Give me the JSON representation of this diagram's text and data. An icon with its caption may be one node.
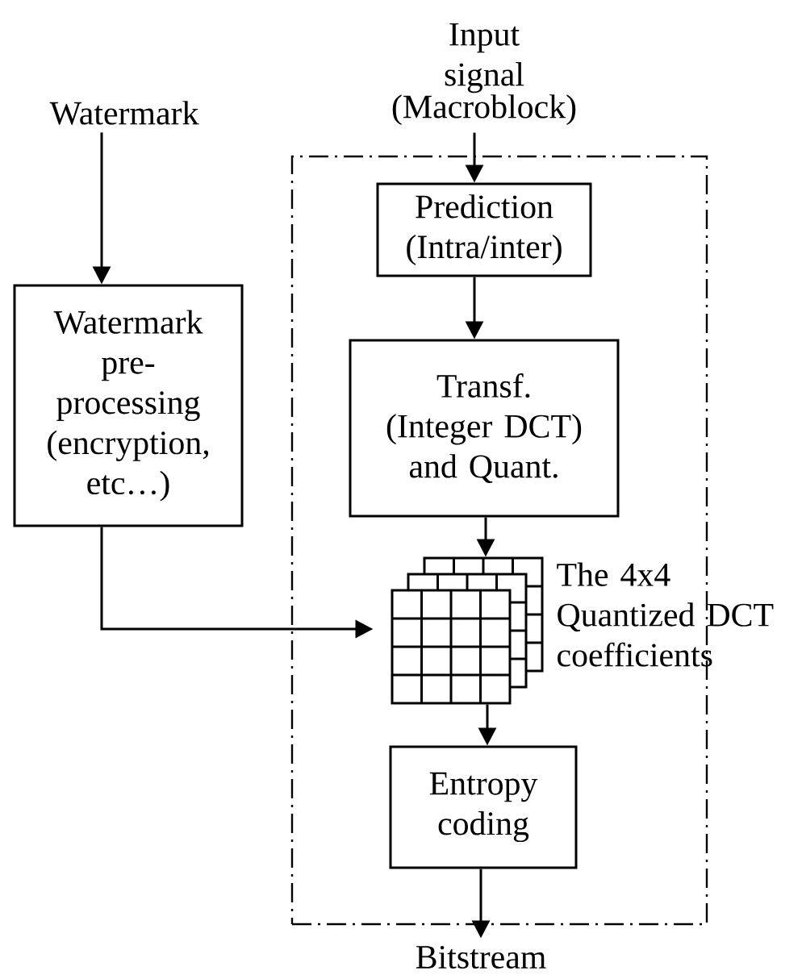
{
  "diagram": {
    "nodes": [
      {
        "text": [
          "Watermark"
        ]
      },
      {
        "text": [
          "Input signal",
          "(Macroblock)"
        ]
      },
      {
        "text": [],
        "shape": "box"
      },
      {
        "text": [
          "Prediction (Intra/inter)"
        ],
        "in": 2
      },
      {
        "text": [
          "Watermark pre- processing (encryption, etc…)"
        ]
      },
      {
        "text": [
          "Transf. (Integer DCT) and Quant."
        ],
        "in": 2
      },
      {
        "text": [],
        "shape": "picture",
        "in": 2,
        "beside": [
          "The 4x4 Quantized DCT coefficients"
        ]
      },
      {
        "text": [
          "Entropy coding"
        ],
        "in": 2
      },
      {
        "text": [
          "Bitstream"
        ]
      }
    ],
    "edges": [
      {
        "from": 0,
        "to": 4,
        "arrow": "to"
      },
      {
        "from": 1,
        "to": 3,
        "arrow": "to"
      },
      {
        "from": 3,
        "to": 5,
        "arrow": "to"
      },
      {
        "from": 5,
        "to": 6,
        "arrow": "to"
      },
      {
        "from": 4,
        "to": 6,
        "arrow": "to"
      },
      {
        "from": 6,
        "to": 7,
        "arrow": "to"
      },
      {
        "from": 7,
        "to": 8,
        "arrow": "to"
      }
    ]
  }
}
